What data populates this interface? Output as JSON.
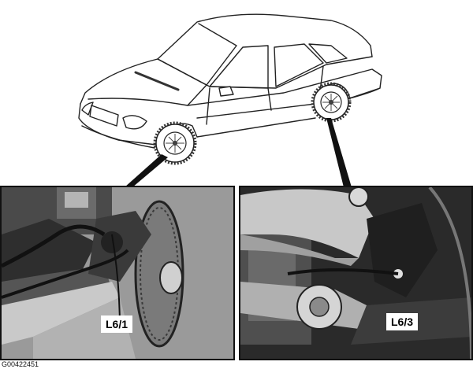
{
  "figure": {
    "label_front_sensor": "L6/1",
    "label_rear_sensor": "L6/3",
    "figure_id": "G00422451"
  }
}
